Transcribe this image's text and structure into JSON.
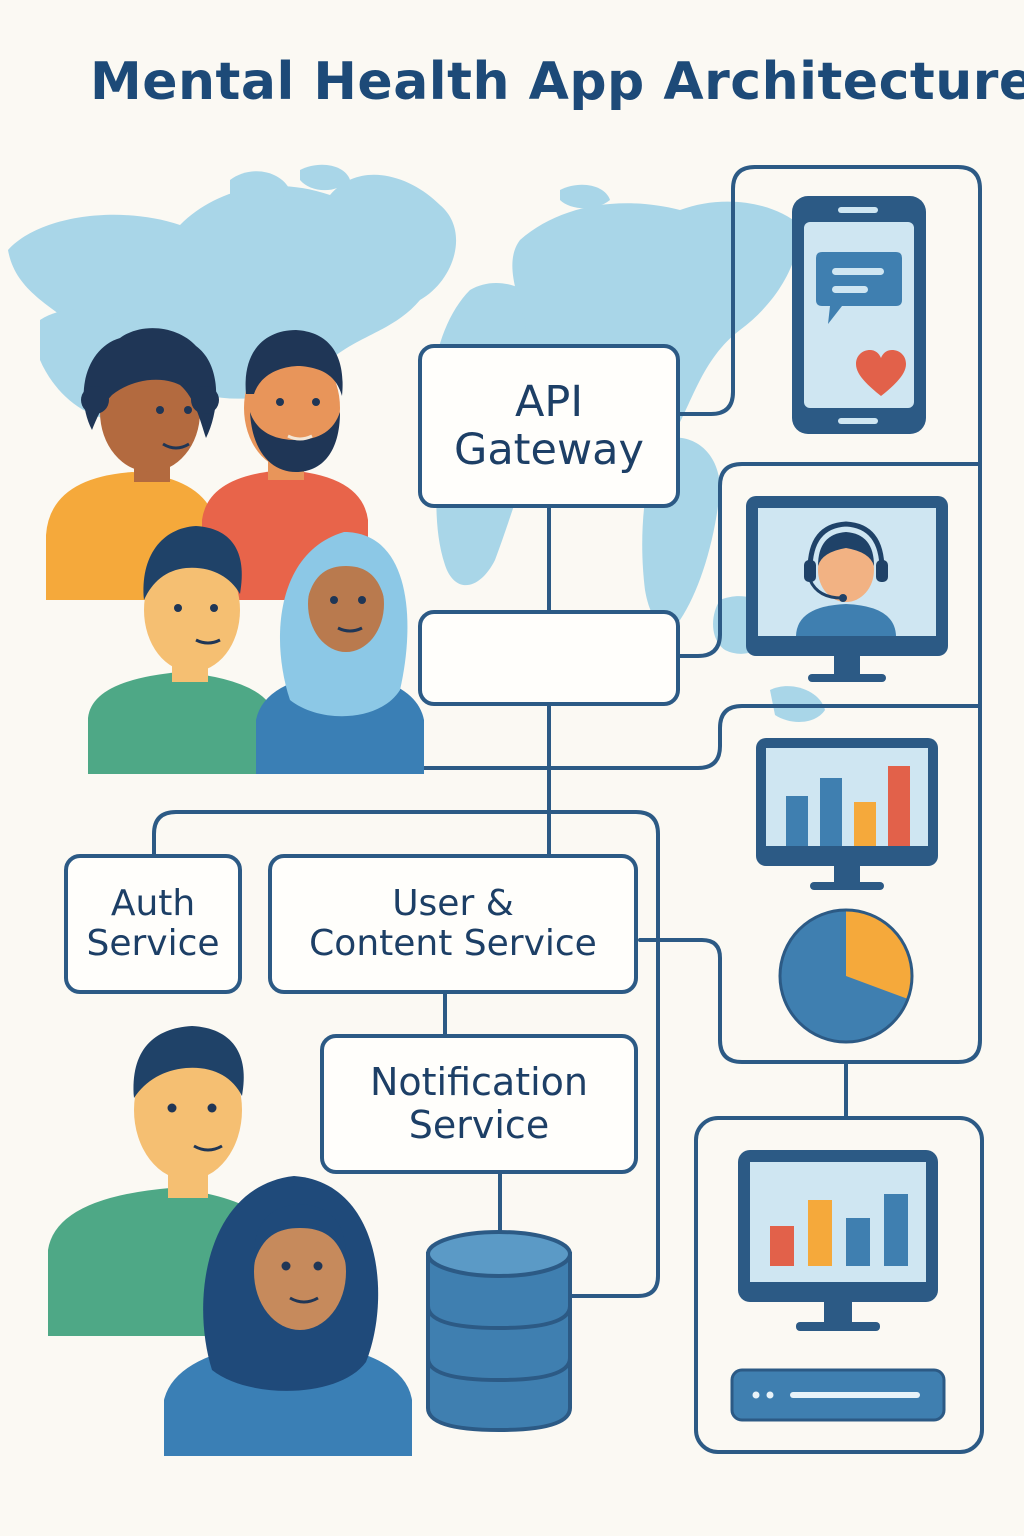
{
  "title": "Mental Health App Architecture",
  "nodes": {
    "api_gateway": {
      "line1": "API",
      "line2": "Gateway"
    },
    "unlabeled_service": {
      "label": ""
    },
    "auth_service": {
      "line1": "Auth",
      "line2": "Service"
    },
    "user_content_service": {
      "line1": "User &",
      "line2": "Content Service"
    },
    "notification_service": {
      "line1": "Notification",
      "line2": "Service"
    }
  },
  "icons": [
    "world-map-icon",
    "people-group-icon",
    "smartphone-chat-icon",
    "heart-icon",
    "support-agent-monitor-icon",
    "bar-chart-monitor-icon",
    "pie-chart-icon",
    "database-icon",
    "dashboard-monitor-icon",
    "server-unit-icon"
  ],
  "colors": {
    "title": "#1d4a78",
    "line": "#2c5a85",
    "map": "#a9d6e8",
    "accent_orange": "#f5a93b",
    "accent_red": "#e2614a",
    "accent_blue": "#3f7fb0",
    "accent_green": "#4ea886"
  }
}
